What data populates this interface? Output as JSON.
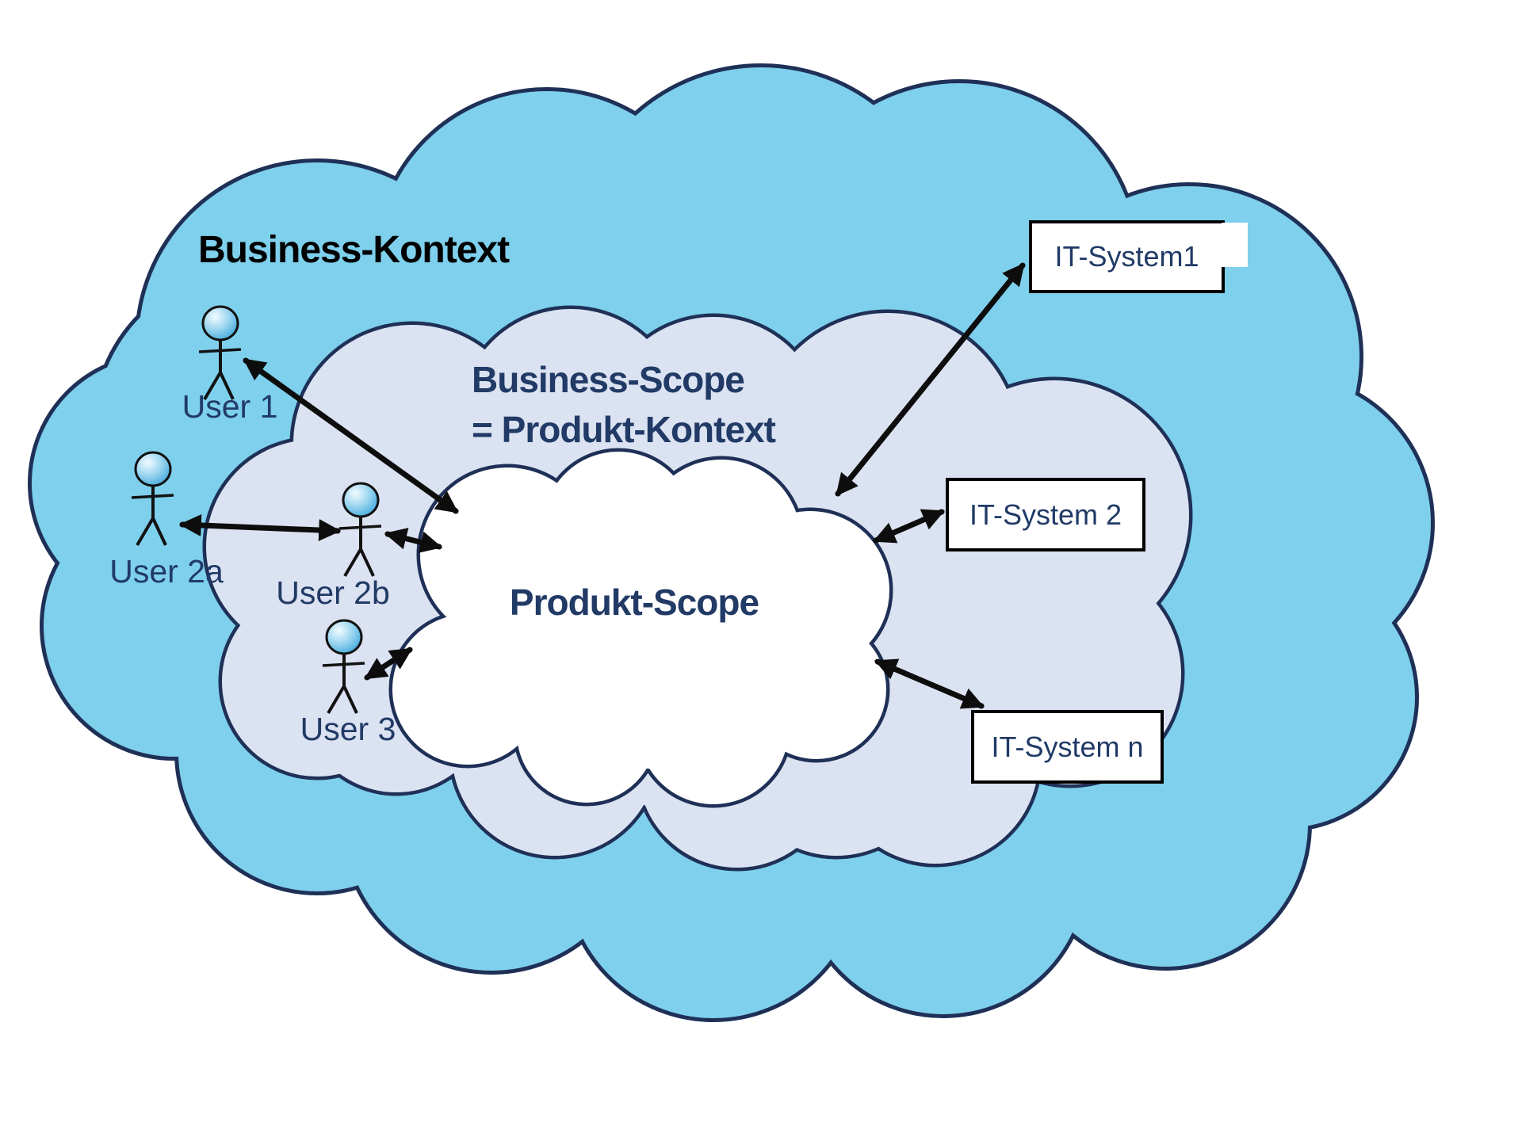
{
  "diagram": {
    "outer_cloud_label": "Business-Kontext",
    "middle_cloud_label_line1": "Business-Scope",
    "middle_cloud_label_line2": "= Produkt-Kontext",
    "inner_cloud_label": "Produkt-Scope",
    "users": [
      {
        "label": "User 1"
      },
      {
        "label": "User 2a"
      },
      {
        "label": "User 2b"
      },
      {
        "label": "User 3"
      }
    ],
    "systems": [
      {
        "label": "IT-System1"
      },
      {
        "label": "IT-System 2"
      },
      {
        "label": "IT-System n"
      }
    ],
    "colors": {
      "outer_cloud_fill": "#7ed0ec",
      "middle_cloud_fill": "#dbe2f1",
      "inner_cloud_fill": "#ffffff",
      "cloud_outline": "#1f3057",
      "label_navy": "#213a66",
      "outer_label_color": "#000000",
      "arrow_color": "#0d0d0d",
      "box_border": "#000000",
      "box_fill": "#ffffff"
    }
  }
}
